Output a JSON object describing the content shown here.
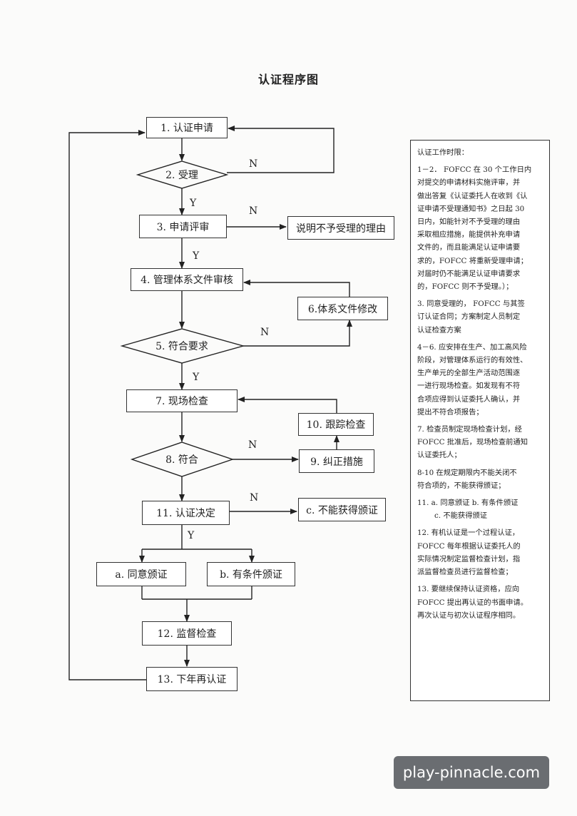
{
  "title": "认证程序图",
  "steps": {
    "s1": "1. 认证申请",
    "s2": "2. 受理",
    "s3": "3. 申请评审",
    "reject_reason": "说明不予受理的理由",
    "s4": "4. 管理体系文件审核",
    "s6": "6.体系文件修改",
    "s5": "5. 符合要求",
    "s7": "7. 现场检查",
    "s10": "10. 跟踪检查",
    "s8": "8. 符合",
    "s9": "9. 纠正措施",
    "s11": "11. 认证决定",
    "sc": "c. 不能获得颁证",
    "sa": "a. 同意颁证",
    "sb": "b. 有条件颁证",
    "s12": "12. 监督检查",
    "s13": "13. 下年再认证"
  },
  "labels": {
    "n": "N",
    "y": "Y"
  },
  "notes": {
    "heading": "认证工作时限：",
    "p1": [
      "1－2． FOFCC 在 30 个工作日内",
      "对提交的申请材料实施评审，并",
      "做出答复《认证委托人在收到《认",
      "证申请不受理通知书》之日起 30",
      "日内，如能针对不予受理的理由",
      "采取相应措施，能提供补充申请",
      "文件的，而且能满足认证申请要",
      "求的，FOFCC 将重新受理申请；",
      "对届时仍不能满足认证申请要求",
      "的，FOFCC 则不予受理。）；"
    ],
    "p3": [
      "3. 同意受理的， FOFCC 与其签",
      "订认证合同；方案制定人员制定",
      "认证检查方案"
    ],
    "p4": [
      "4－6. 应安排在生产、加工高风险",
      "阶段，对管理体系运行的有效性、",
      "生产单元的全部生产活动范围逐",
      "一进行现场检查。如发现有不符",
      "合项应得到认证委托人确认，并",
      "提出不符合项报告；"
    ],
    "p7": [
      "7. 检查员制定现场检查计划，经",
      "FOFCC 批准后，现场检查前通知",
      "认证委托人；"
    ],
    "p8": [
      "8-10  在规定期限内不能关闭不",
      "符合项的，不能获得颁证；"
    ],
    "p11a": "11. a. 同意颁证 b. 有条件颁证",
    "p11b": "c. 不能获得颁证",
    "p12": [
      "12. 有机认证是一个过程认证，",
      "FOFCC 每年根据认证委托人的",
      "实际情况制定监督检查计划，指",
      "派监督检查员进行监督检查；"
    ],
    "p13": [
      "13. 要继续保持认证资格，应向",
      "FOFCC 提出再认证的书面申请。",
      "再次认证与初次认证程序相同。"
    ]
  },
  "watermark": "play-pinnacle.com"
}
